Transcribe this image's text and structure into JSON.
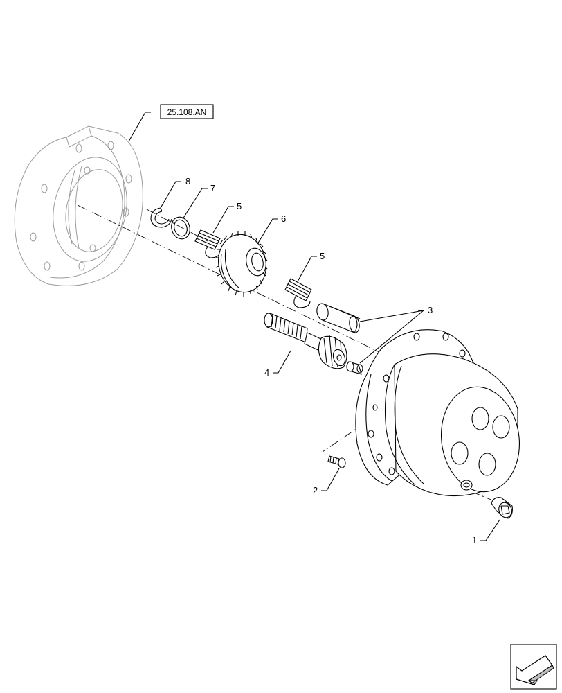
{
  "reference_label": "25.108.AN",
  "callouts": {
    "c1": "1",
    "c2": "2",
    "c3": "3",
    "c4": "4",
    "c5a": "5",
    "c5b": "5",
    "c6": "6",
    "c7": "7",
    "c8": "8"
  },
  "nav_icon": "arrow-nav-icon"
}
